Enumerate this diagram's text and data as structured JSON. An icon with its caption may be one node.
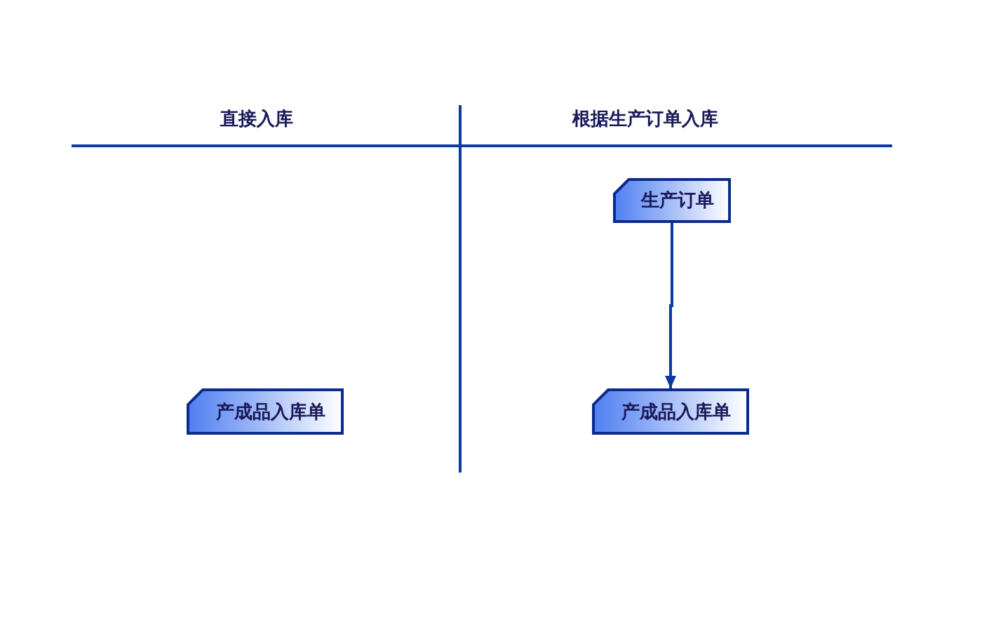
{
  "diagram": {
    "nodes": [
      {
        "text": [
          "产成品入库单"
        ]
      },
      {
        "text": [
          "生产订单"
        ]
      },
      {
        "text": [
          "产成品入库单"
        ]
      }
    ],
    "edges": [
      {
        "from": 1,
        "to": 2,
        "arrow": "to"
      }
    ],
    "labels": [
      "直接入库",
      "根据生产订单入库"
    ]
  }
}
